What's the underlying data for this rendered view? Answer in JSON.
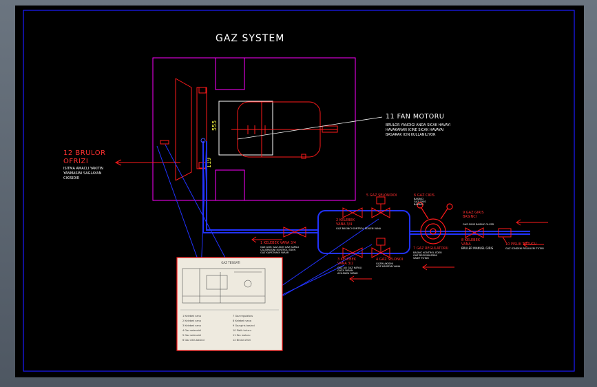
{
  "title": "GAZ SYSTEM",
  "fan_motor": {
    "title": "11  FAN MOTORU",
    "desc": [
      "BRULOR YANDIGI ANDA SICAK HAVAYI",
      "HAVAKANAN ICINE SICAK HAVAYAI",
      "BASARAK ICIN KULLANILIYOR"
    ]
  },
  "burner": {
    "title": "12 BRULOR",
    "subtitle": "OFRIZI",
    "desc": [
      "ISITMA AMACLI YAKITIN",
      "YANMASINI SAGLAYAN",
      "CIKISIDIR"
    ]
  },
  "dims": {
    "v1": "555",
    "v2": "119"
  },
  "labels": {
    "valve1": "1 KELEBEK VANA 3/4",
    "valve1_desc": [
      "GAZ ACIK GAZ ACIK GAZ KAPALI",
      "CALISMASINI KONTROL EDEN",
      "GAZ KAPATMAYA YARAR"
    ],
    "valve2": "2 KELEBEK",
    "valve2b": "VANA 3/4",
    "valve2_desc": "GAZ BASINCI KONTROL EDILEN VANA",
    "valve3": "3 KELEBEK",
    "valve3b": "VANA 3/2",
    "valve3_desc": [
      "GAZ ALI GAZ KAPALI",
      "GAZA YARAN",
      "ACILMAYA YARAR"
    ],
    "sel1": "5 GAZ SELONOIDI",
    "sel2": "4 GAZ SELONOI",
    "sel2_desc": [
      "GAZIN AKISINI",
      "ACIP KAPATAN VANA"
    ],
    "exit": "6 GAZ CIKIS",
    "exit_desc": [
      "BASINCI",
      "GAZ CIKIS",
      "BASINCI"
    ],
    "regulator": "7 GAZ REGULATORU",
    "regulator_desc": [
      "BASINC KONTROL EDER",
      "GAZ DEGISIMLERINI",
      "SABIT TUTAR"
    ],
    "valve8": "8 KELEBEK",
    "valve8b": "VANA",
    "valve8_desc": "BRULER MANUEL GIRIS",
    "inlet": "9 GAZ GIRIS",
    "inlet2": "BASINCI",
    "inlet_desc": "GAZ GIRIS BASINC OLCER",
    "holder": "10 PISLIK TUTUCU",
    "holder_desc": "GAZ ICINDEKI PISLIKLERI TUTAR"
  },
  "inset": {
    "title": "GAZ TESISATI",
    "legend": [
      "1  Kelebek vana",
      "2  Kelebek vana",
      "3  Kelebek vana",
      "4  Gaz selenoidi",
      "5  Gaz selenoidi",
      "6  Gaz cikis basinci",
      "7  Gaz regulatoru",
      "8  Kelebek vana",
      "9  Gaz giris basinci",
      "10 Pislik tutucu",
      "11 Fan motoru",
      "12 Brulor ofrizi"
    ]
  },
  "colors": {
    "background": "#000000",
    "frame_blue": "#1a1aff",
    "magenta": "#ff00ff",
    "red": "#ff1a1a",
    "blue": "#2233ff",
    "white": "#ffffff"
  }
}
